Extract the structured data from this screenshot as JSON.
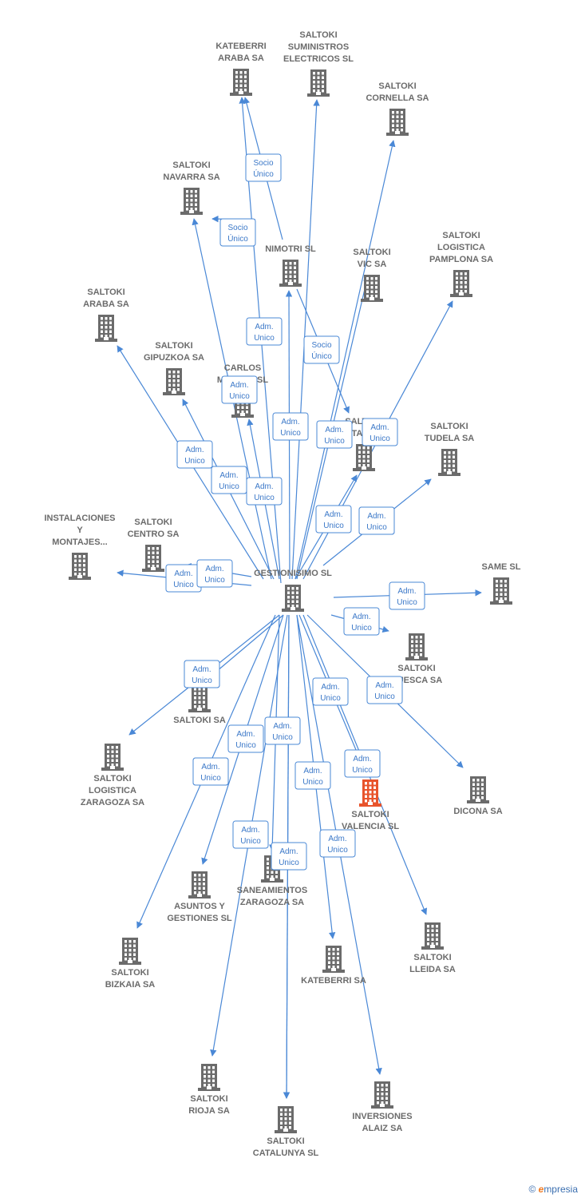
{
  "nodes": [
    {
      "id": "center",
      "label": [
        "GESTIONISIMO SL"
      ],
      "icon": "building-icon",
      "color": "#6b6b6b"
    },
    {
      "id": "kateberri_araba",
      "label": [
        "KATEBERRI",
        "ARABA SA"
      ],
      "icon": "building-icon",
      "color": "#6b6b6b"
    },
    {
      "id": "suministros",
      "label": [
        "SALTOKI",
        "SUMINISTROS",
        "ELECTRICOS SL"
      ],
      "icon": "building-icon",
      "color": "#6b6b6b"
    },
    {
      "id": "cornella",
      "label": [
        "SALTOKI",
        "CORNELLA SA"
      ],
      "icon": "building-icon",
      "color": "#6b6b6b"
    },
    {
      "id": "navarra",
      "label": [
        "SALTOKI",
        "NAVARRA SA"
      ],
      "icon": "building-icon",
      "color": "#6b6b6b"
    },
    {
      "id": "nimotri",
      "label": [
        "NIMOTRI SL"
      ],
      "icon": "building-icon",
      "color": "#6b6b6b"
    },
    {
      "id": "vic",
      "label": [
        "SALTOKI",
        "VIC SA"
      ],
      "icon": "building-icon",
      "color": "#6b6b6b"
    },
    {
      "id": "pamplona",
      "label": [
        "SALTOKI",
        "LOGISTICA",
        "PAMPLONA SA"
      ],
      "icon": "building-icon",
      "color": "#6b6b6b"
    },
    {
      "id": "araba",
      "label": [
        "SALTOKI",
        "ARABA SA"
      ],
      "icon": "building-icon",
      "color": "#6b6b6b"
    },
    {
      "id": "gipuzkoa",
      "label": [
        "SALTOKI",
        "GIPUZKOA SA"
      ],
      "icon": "building-icon",
      "color": "#6b6b6b"
    },
    {
      "id": "carlos",
      "label": [
        "CARLOS",
        "MALLOR SL"
      ],
      "icon": "building-icon",
      "color": "#6b6b6b"
    },
    {
      "id": "tarragona",
      "label": [
        "SALTOKI",
        "TAR..."
      ],
      "icon": "building-icon",
      "color": "#6b6b6b"
    },
    {
      "id": "tudela",
      "label": [
        "SALTOKI",
        "TUDELA SA"
      ],
      "icon": "building-icon",
      "color": "#6b6b6b"
    },
    {
      "id": "instalaciones",
      "label": [
        "INSTALACIONES",
        "Y",
        "MONTAJES..."
      ],
      "icon": "building-icon",
      "color": "#6b6b6b"
    },
    {
      "id": "centro",
      "label": [
        "SALTOKI",
        "CENTRO SA"
      ],
      "icon": "building-icon",
      "color": "#6b6b6b"
    },
    {
      "id": "same",
      "label": [
        "SAME SL"
      ],
      "icon": "building-icon",
      "color": "#6b6b6b"
    },
    {
      "id": "huesca",
      "label": [
        "SALTOKI",
        "HUESCA SA"
      ],
      "icon": "building-icon",
      "color": "#6b6b6b"
    },
    {
      "id": "saltoki",
      "label": [
        "SALTOKI SA"
      ],
      "icon": "building-icon",
      "color": "#6b6b6b"
    },
    {
      "id": "zaragoza_log",
      "label": [
        "SALTOKI",
        "LOGISTICA",
        "ZARAGOZA SA"
      ],
      "icon": "building-icon",
      "color": "#6b6b6b"
    },
    {
      "id": "valencia",
      "label": [
        "SALTOKI",
        "VALENCIA SL"
      ],
      "icon": "building-icon",
      "color": "#e8542c"
    },
    {
      "id": "dicona",
      "label": [
        "DICONA SA"
      ],
      "icon": "building-icon",
      "color": "#6b6b6b"
    },
    {
      "id": "asuntos",
      "label": [
        "ASUNTOS Y",
        "GESTIONES SL"
      ],
      "icon": "building-icon",
      "color": "#6b6b6b"
    },
    {
      "id": "saneamientos",
      "label": [
        "SANEAMIENTOS",
        "ZARAGOZA SA"
      ],
      "icon": "building-icon",
      "color": "#6b6b6b"
    },
    {
      "id": "bizkaia",
      "label": [
        "SALTOKI",
        "BIZKAIA SA"
      ],
      "icon": "building-icon",
      "color": "#6b6b6b"
    },
    {
      "id": "kateberri",
      "label": [
        "KATEBERRI SA"
      ],
      "icon": "building-icon",
      "color": "#6b6b6b"
    },
    {
      "id": "lleida",
      "label": [
        "SALTOKI",
        "LLEIDA SA"
      ],
      "icon": "building-icon",
      "color": "#6b6b6b"
    },
    {
      "id": "rioja",
      "label": [
        "SALTOKI",
        "RIOJA SA"
      ],
      "icon": "building-icon",
      "color": "#6b6b6b"
    },
    {
      "id": "inversiones",
      "label": [
        "INVERSIONES",
        "ALAIZ SA"
      ],
      "icon": "building-icon",
      "color": "#6b6b6b"
    },
    {
      "id": "catalunya",
      "label": [
        "SALTOKI",
        "CATALUNYA SL"
      ],
      "icon": "building-icon",
      "color": "#6b6b6b"
    }
  ],
  "edges": [
    {
      "from": "center",
      "to": "kateberri_araba",
      "label": [
        "Socio",
        "Único"
      ]
    },
    {
      "from": "nimotri",
      "to": "kateberri_araba",
      "label": [
        "Adm.",
        "Unico"
      ]
    },
    {
      "from": "center",
      "to": "suministros",
      "label": [
        "Adm.",
        "Unico"
      ]
    },
    {
      "from": "center",
      "to": "cornella",
      "label": [
        "Adm.",
        "Unico"
      ]
    },
    {
      "from": "center",
      "to": "navarra",
      "label": [
        "Adm.",
        "Unico"
      ]
    },
    {
      "from": "nimotri",
      "to": "navarra",
      "label": [
        "Socio",
        "Único"
      ]
    },
    {
      "from": "center",
      "to": "nimotri",
      "label": [
        "Adm.",
        "Unico"
      ]
    },
    {
      "from": "nimotri",
      "to": "tarragona",
      "label": [
        "Socio",
        "Único"
      ]
    },
    {
      "from": "center",
      "to": "vic",
      "label": [
        "Adm.",
        "Unico"
      ]
    },
    {
      "from": "center",
      "to": "pamplona",
      "label": [
        "Adm.",
        "Unico"
      ]
    },
    {
      "from": "center",
      "to": "araba",
      "label": [
        "Adm.",
        "Unico"
      ]
    },
    {
      "from": "center",
      "to": "gipuzkoa",
      "label": [
        "Adm.",
        "Unico"
      ]
    },
    {
      "from": "center",
      "to": "carlos",
      "label": [
        "Adm.",
        "Unico"
      ]
    },
    {
      "from": "center",
      "to": "tarragona",
      "label": [
        "Adm.",
        "Unico"
      ]
    },
    {
      "from": "center",
      "to": "tudela",
      "label": [
        "Adm.",
        "Unico"
      ]
    },
    {
      "from": "center",
      "to": "instalaciones",
      "label": [
        "Adm.",
        "Unico"
      ]
    },
    {
      "from": "center",
      "to": "centro",
      "label": [
        "Adm.",
        "Unico"
      ]
    },
    {
      "from": "center",
      "to": "same",
      "label": [
        "Adm.",
        "Unico"
      ]
    },
    {
      "from": "center",
      "to": "huesca",
      "label": [
        "Adm.",
        "Unico"
      ]
    },
    {
      "from": "center",
      "to": "saltoki",
      "label": [
        "Adm.",
        "Unico"
      ]
    },
    {
      "from": "center",
      "to": "zaragoza_log",
      "label": [
        "Adm.",
        "Unico"
      ]
    },
    {
      "from": "center",
      "to": "valencia",
      "label": [
        "Adm.",
        "Unico"
      ]
    },
    {
      "from": "center",
      "to": "dicona",
      "label": [
        "Adm.",
        "Unico"
      ]
    },
    {
      "from": "center",
      "to": "asuntos",
      "label": [
        "Adm.",
        "Unico"
      ]
    },
    {
      "from": "center",
      "to": "saneamientos",
      "label": [
        "Adm.",
        "Unico"
      ]
    },
    {
      "from": "center",
      "to": "bizkaia",
      "label": [
        "Adm.",
        "Unico"
      ]
    },
    {
      "from": "center",
      "to": "kateberri",
      "label": [
        "Adm.",
        "Unico"
      ]
    },
    {
      "from": "center",
      "to": "lleida",
      "label": [
        "Adm.",
        "Unico"
      ]
    },
    {
      "from": "center",
      "to": "rioja",
      "label": [
        "Adm.",
        "Unico"
      ]
    },
    {
      "from": "center",
      "to": "inversiones",
      "label": [
        "Adm.",
        "Unico"
      ]
    },
    {
      "from": "center",
      "to": "catalunya",
      "label": [
        "Adm.",
        "Unico"
      ]
    },
    {
      "from": "center",
      "to": "catalunya",
      "label": [
        "Adm.",
        "Unico"
      ]
    }
  ],
  "footer": {
    "copyright": "©",
    "brand_initial": "e",
    "brand_rest": "mpresia"
  },
  "colors": {
    "edge": "#4a88d6",
    "node": "#6b6b6b",
    "highlight": "#e8542c"
  }
}
